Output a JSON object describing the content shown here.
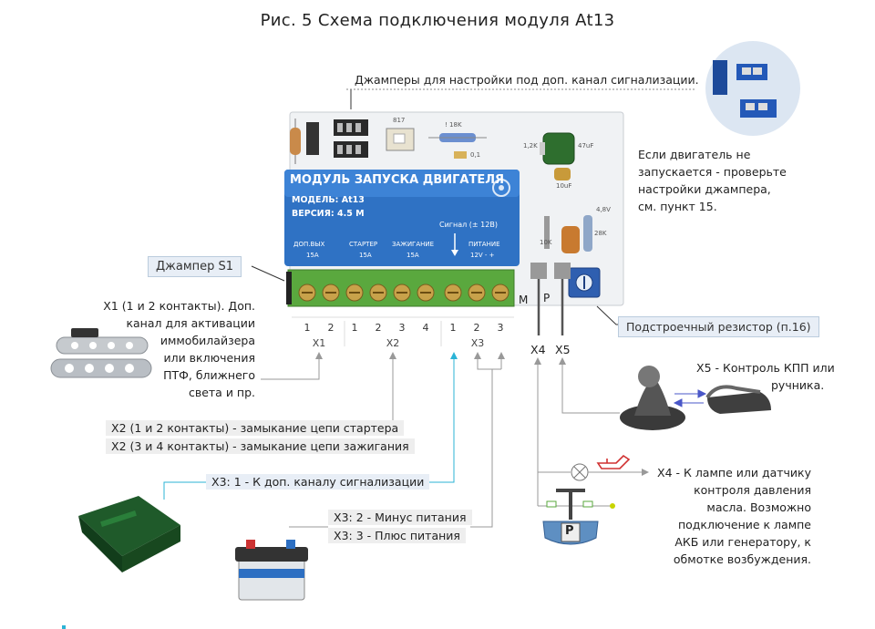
{
  "title": "Рис. 5  Схема подключения модуля At13",
  "jumpers_note": "Джамперы для настройки под доп. канал сигнализации.",
  "engine_note": [
    "Если двигатель не",
    "запускается - проверьте",
    "настройки джампера,",
    "см. пункт 15."
  ],
  "module": {
    "heading": "МОДУЛЬ ЗАПУСКА ДВИГАТЕЛЯ",
    "model": "МОДЕЛЬ: At13",
    "version": "ВЕРСИЯ: 4.5 M",
    "signal": "Сигнал (± 12В)",
    "ch1": "ДОП.ВЫХ",
    "ch1a": "15A",
    "ch2": "СТАРТЕР",
    "ch2a": "15A",
    "ch3": "ЗАЖИГАНИЕ",
    "ch3a": "15A",
    "ch4": "ПИТАНИЕ",
    "ch4a": "12V  -  +",
    "comp_817": "817",
    "comp_18k": "! 18K",
    "comp_01": "0,1",
    "comp_10uf": "10uF",
    "comp_47uf": "47uF",
    "comp_48v": "4,8V",
    "comp_28k": "28K",
    "comp_10k": "10K",
    "comp_12k": "1,2K",
    "pin_m": "M",
    "pin_p": "P"
  },
  "jumper_s1": "Джампер S1",
  "x1_note": [
    "X1 (1 и 2 контакты). Доп.",
    "канал для активации",
    "иммобилайзера",
    "или включения",
    "ПТФ, ближнего",
    "света и пр."
  ],
  "terminals": {
    "pins": [
      "1",
      "2",
      "1",
      "2",
      "3",
      "4",
      "1",
      "2",
      "3"
    ],
    "groups": [
      "X1",
      "X2",
      "X3"
    ],
    "x4": "X4",
    "x5": "X5"
  },
  "trimmer_note": "Подстроечный резистор (п.16)",
  "x5_note": [
    "X5 - Контроль КПП или",
    "ручника."
  ],
  "x2_notes": [
    "X2 (1 и 2 контакты) - замыкание цепи стартера",
    "X2 (3 и 4 контакты) - замыкание цепи зажигания"
  ],
  "x3_1_note": "X3: 1 - К доп. каналу сигнализации",
  "x3_notes": [
    "X3: 2 - Минус питания",
    "X3: 3 - Плюс питания"
  ],
  "x4_note": [
    "X4 - К лампе или датчику",
    "контроля  давления",
    "масла. Возможно",
    "подключение к лампе",
    "АКБ или генератору, к",
    "обмотке возбуждения."
  ],
  "gauge_letter": "P",
  "colors": {
    "module_blue": "#2f72c4",
    "terminal_green": "#5aa83e",
    "wire_blue": "#2bb3d6",
    "wire_gray": "#9aa3ad",
    "pcb": "#eef0f2"
  }
}
